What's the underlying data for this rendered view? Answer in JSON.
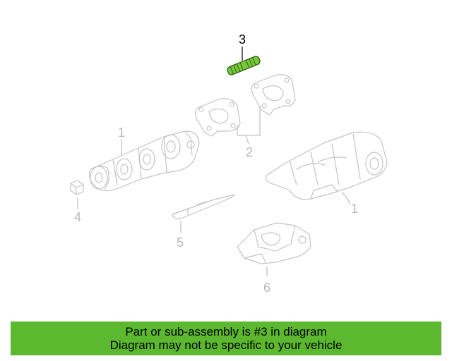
{
  "diagram": {
    "callouts": {
      "c1a": "1",
      "c1b": "1",
      "c2": "2",
      "c3": "3",
      "c4": "4",
      "c5": "5",
      "c6": "6"
    },
    "highlight_color": "#78c83c",
    "ghost_color": "#c4c4c4"
  },
  "banner": {
    "line1": "Part or sub-assembly is #3 in diagram",
    "line2": "Diagram may not be specific to your vehicle",
    "background": "#5cb82e"
  }
}
